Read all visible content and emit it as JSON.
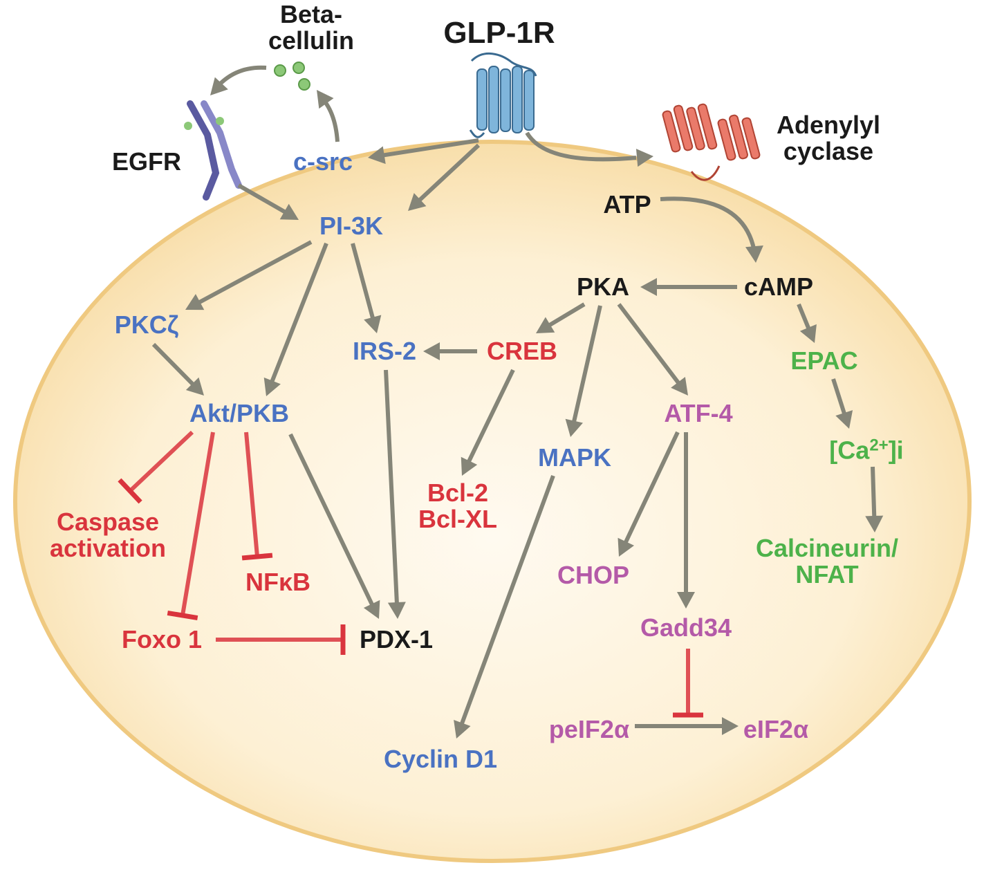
{
  "colors": {
    "black": "#1a1a1a",
    "blue": "#4a72c2",
    "red": "#d9343d",
    "purple": "#b45aa8",
    "green": "#4db24a",
    "arrow_gray": "#858578",
    "inhibit_red": "#d9343d",
    "cell_fill": "#fbe6bb",
    "cell_border": "#efc980",
    "receptor_blue": "#7fb5db",
    "cyclase_red": "#ea7a6a",
    "egfr_purple": "#6a6aa8",
    "ligand_green": "#8cc878"
  },
  "nodes": {
    "glp1r": "GLP-1R",
    "betacellulin_l1": "Beta-",
    "betacellulin_l2": "cellulin",
    "egfr": "EGFR",
    "adenylyl_l1": "Adenylyl",
    "adenylyl_l2": "cyclase",
    "csrc": "c-src",
    "pi3k": "PI-3K",
    "atp": "ATP",
    "camp": "cAMP",
    "pka": "PKA",
    "pkcz": "PKCζ",
    "irs2": "IRS-2",
    "creb": "CREB",
    "epac": "EPAC",
    "akt": "Akt/PKB",
    "atf4": "ATF-4",
    "ca_pre": "[Ca",
    "ca_sup": "2+",
    "ca_post": "]i",
    "mapk": "MAPK",
    "bcl2": "Bcl-2",
    "bclxl": "Bcl-XL",
    "caspase_l1": "Caspase",
    "caspase_l2": "activation",
    "calcineurin_l1": "Calcineurin/",
    "calcineurin_l2": "NFAT",
    "nfkb": "NFκB",
    "chop": "CHOP",
    "gadd34": "Gadd34",
    "foxo1": "Foxo 1",
    "pdx1": "PDX-1",
    "peif2a": "peIF2α",
    "eif2a": "eIF2α",
    "cyclind1": "Cyclin D1"
  }
}
